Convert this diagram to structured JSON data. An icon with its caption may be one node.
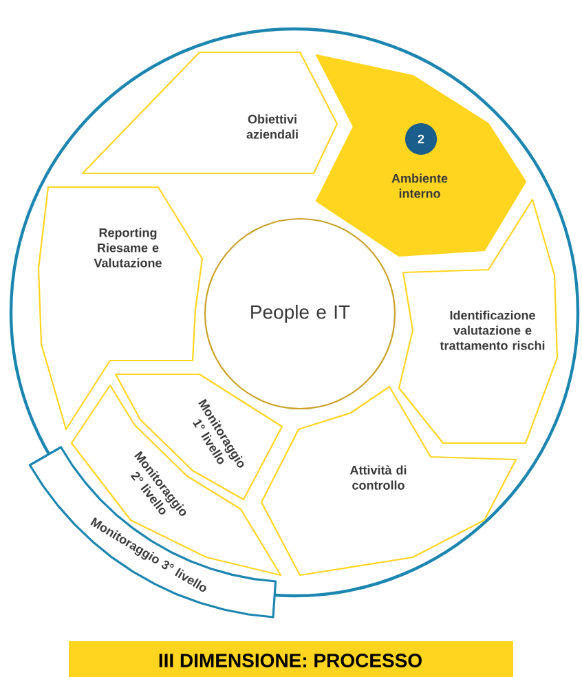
{
  "diagram": {
    "caption": "III DIMENSIONE: PROCESSO",
    "nodes": [
      {
        "text": [
          "Obiettivi aziendali"
        ]
      },
      {
        "text": [
          "Ambiente interno"
        ]
      },
      {
        "text": [
          "2"
        ],
        "in": 1
      },
      {
        "text": [
          "Reporting Riesame e Valutazione"
        ]
      },
      {
        "text": [
          "People e IT"
        ]
      },
      {
        "text": [
          "Identificazione valutazione e trattamento rischi"
        ]
      },
      {
        "text": [
          "Monitoraggio 1° livello"
        ]
      },
      {
        "text": [
          "Monitoraggio 2° livello"
        ]
      },
      {
        "text": [
          "Attività di controllo"
        ]
      },
      {
        "text": [
          "Monitoraggio 3° livello"
        ]
      }
    ]
  }
}
